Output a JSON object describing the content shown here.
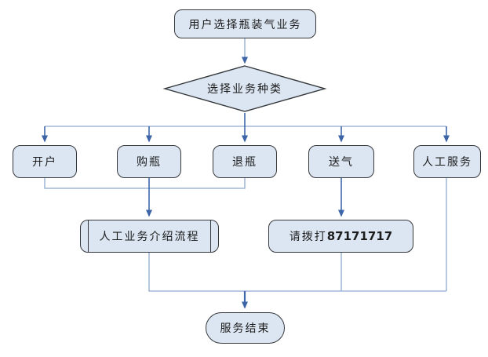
{
  "diagram": {
    "nodes": {
      "start": {
        "type": "terminator",
        "label": "用户选择瓶装气业务"
      },
      "decision": {
        "type": "decision",
        "label": "选择业务种类"
      },
      "open_account": {
        "type": "process",
        "label": "开户"
      },
      "buy_bottle": {
        "type": "process",
        "label": "购瓶"
      },
      "return_bottle": {
        "type": "process",
        "label": "退瓶"
      },
      "deliver_gas": {
        "type": "process",
        "label": "送气"
      },
      "manual_service": {
        "type": "process",
        "label": "人工服务"
      },
      "intro_flow": {
        "type": "subroutine",
        "label": "人工业务介绍流程"
      },
      "call_number": {
        "type": "process",
        "prefix": "请拨打",
        "number": "87171717"
      },
      "end": {
        "type": "terminator",
        "label": "服务结束"
      }
    },
    "edges": [
      {
        "from": "start",
        "to": "decision"
      },
      {
        "from": "decision",
        "to": "open_account"
      },
      {
        "from": "decision",
        "to": "buy_bottle"
      },
      {
        "from": "decision",
        "to": "return_bottle"
      },
      {
        "from": "decision",
        "to": "deliver_gas"
      },
      {
        "from": "decision",
        "to": "manual_service"
      },
      {
        "from": "open_account",
        "to": "intro_flow"
      },
      {
        "from": "buy_bottle",
        "to": "intro_flow"
      },
      {
        "from": "return_bottle",
        "to": "intro_flow"
      },
      {
        "from": "deliver_gas",
        "to": "call_number"
      },
      {
        "from": "intro_flow",
        "to": "end"
      },
      {
        "from": "call_number",
        "to": "end"
      },
      {
        "from": "manual_service",
        "to": "end"
      }
    ],
    "colors": {
      "background": "#ffffff",
      "node_fill": "#dce6f2",
      "node_border": "#35383b",
      "connector_light": "#8fa9d0",
      "connector_dark": "#3f68ab",
      "arrowhead": "#3c64a6",
      "text": "#1c1c1c"
    }
  }
}
